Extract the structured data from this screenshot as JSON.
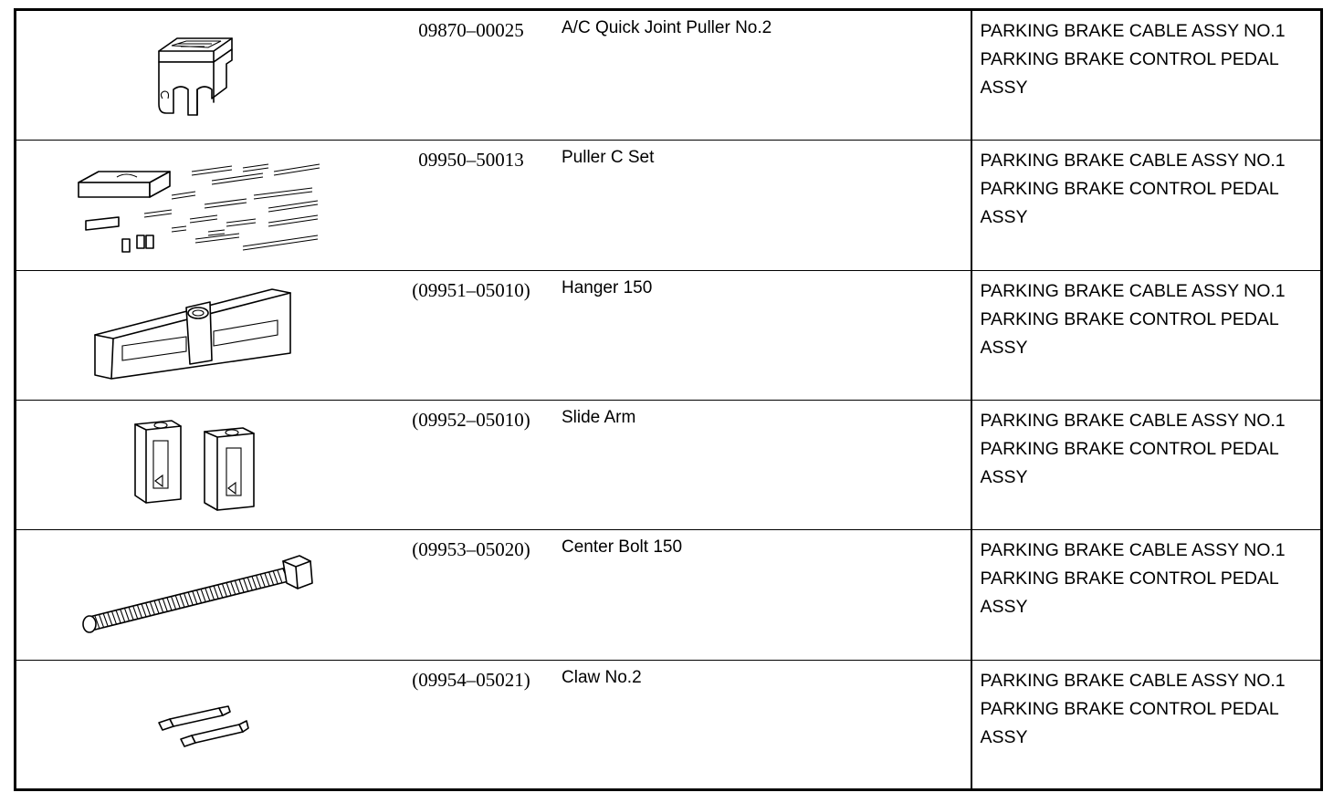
{
  "table": {
    "rows": [
      {
        "part_number": "09870–00025",
        "name": "A/C Quick Joint Puller No.2",
        "applies_to": [
          "PARKING BRAKE CABLE ASSY NO.1",
          "PARKING BRAKE CONTROL PEDAL",
          "ASSY"
        ],
        "illustration": "quick-joint-puller-icon"
      },
      {
        "part_number": "09950–50013",
        "name": "Puller C Set",
        "applies_to": [
          "PARKING BRAKE CABLE ASSY NO.1",
          "PARKING BRAKE CONTROL PEDAL",
          "ASSY"
        ],
        "illustration": "puller-c-set-icon"
      },
      {
        "part_number": "(09951–05010)",
        "name": "Hanger 150",
        "applies_to": [
          "PARKING BRAKE CABLE ASSY NO.1",
          "PARKING BRAKE CONTROL PEDAL",
          "ASSY"
        ],
        "illustration": "hanger-icon"
      },
      {
        "part_number": "(09952–05010)",
        "name": "Slide Arm",
        "applies_to": [
          "PARKING BRAKE CABLE ASSY NO.1",
          "PARKING BRAKE CONTROL PEDAL",
          "ASSY"
        ],
        "illustration": "slide-arm-icon"
      },
      {
        "part_number": "(09953–05020)",
        "name": "Center Bolt 150",
        "applies_to": [
          "PARKING BRAKE CABLE ASSY NO.1",
          "PARKING BRAKE CONTROL PEDAL",
          "ASSY"
        ],
        "illustration": "center-bolt-icon"
      },
      {
        "part_number": "(09954–05021)",
        "name": "Claw No.2",
        "applies_to": [
          "PARKING BRAKE CABLE ASSY NO.1",
          "PARKING BRAKE CONTROL PEDAL",
          "ASSY"
        ],
        "illustration": "claw-icon"
      }
    ]
  }
}
